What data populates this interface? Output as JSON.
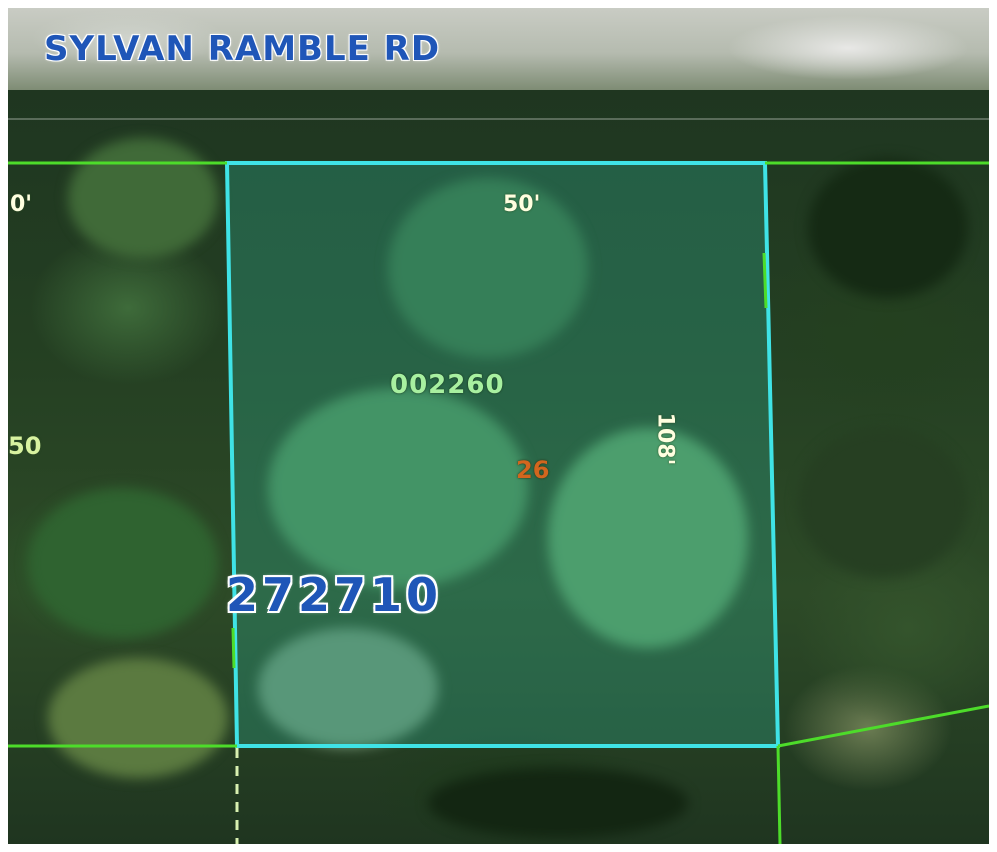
{
  "road": {
    "name": "SYLVAN RAMBLE RD"
  },
  "parcel": {
    "id": "002260",
    "lot_number": "26",
    "frontage_label": "50'",
    "depth_label": "108'"
  },
  "block": {
    "id": "272710"
  },
  "neighbor": {
    "frontage_label_partial": "0'",
    "side_label_partial": "50"
  },
  "colors": {
    "parcel_outline": "#3fe3e6",
    "parcel_fill": "#2fa58a",
    "lot_lines": "#4ddc2a",
    "road_label": "#1f56b8",
    "parcel_id_text": "#a8f0a0",
    "lot_number_text": "#d2661e"
  },
  "icons": {
    "parcel": "polygon-outline",
    "lot_line": "line",
    "easement": "dashed-line"
  }
}
